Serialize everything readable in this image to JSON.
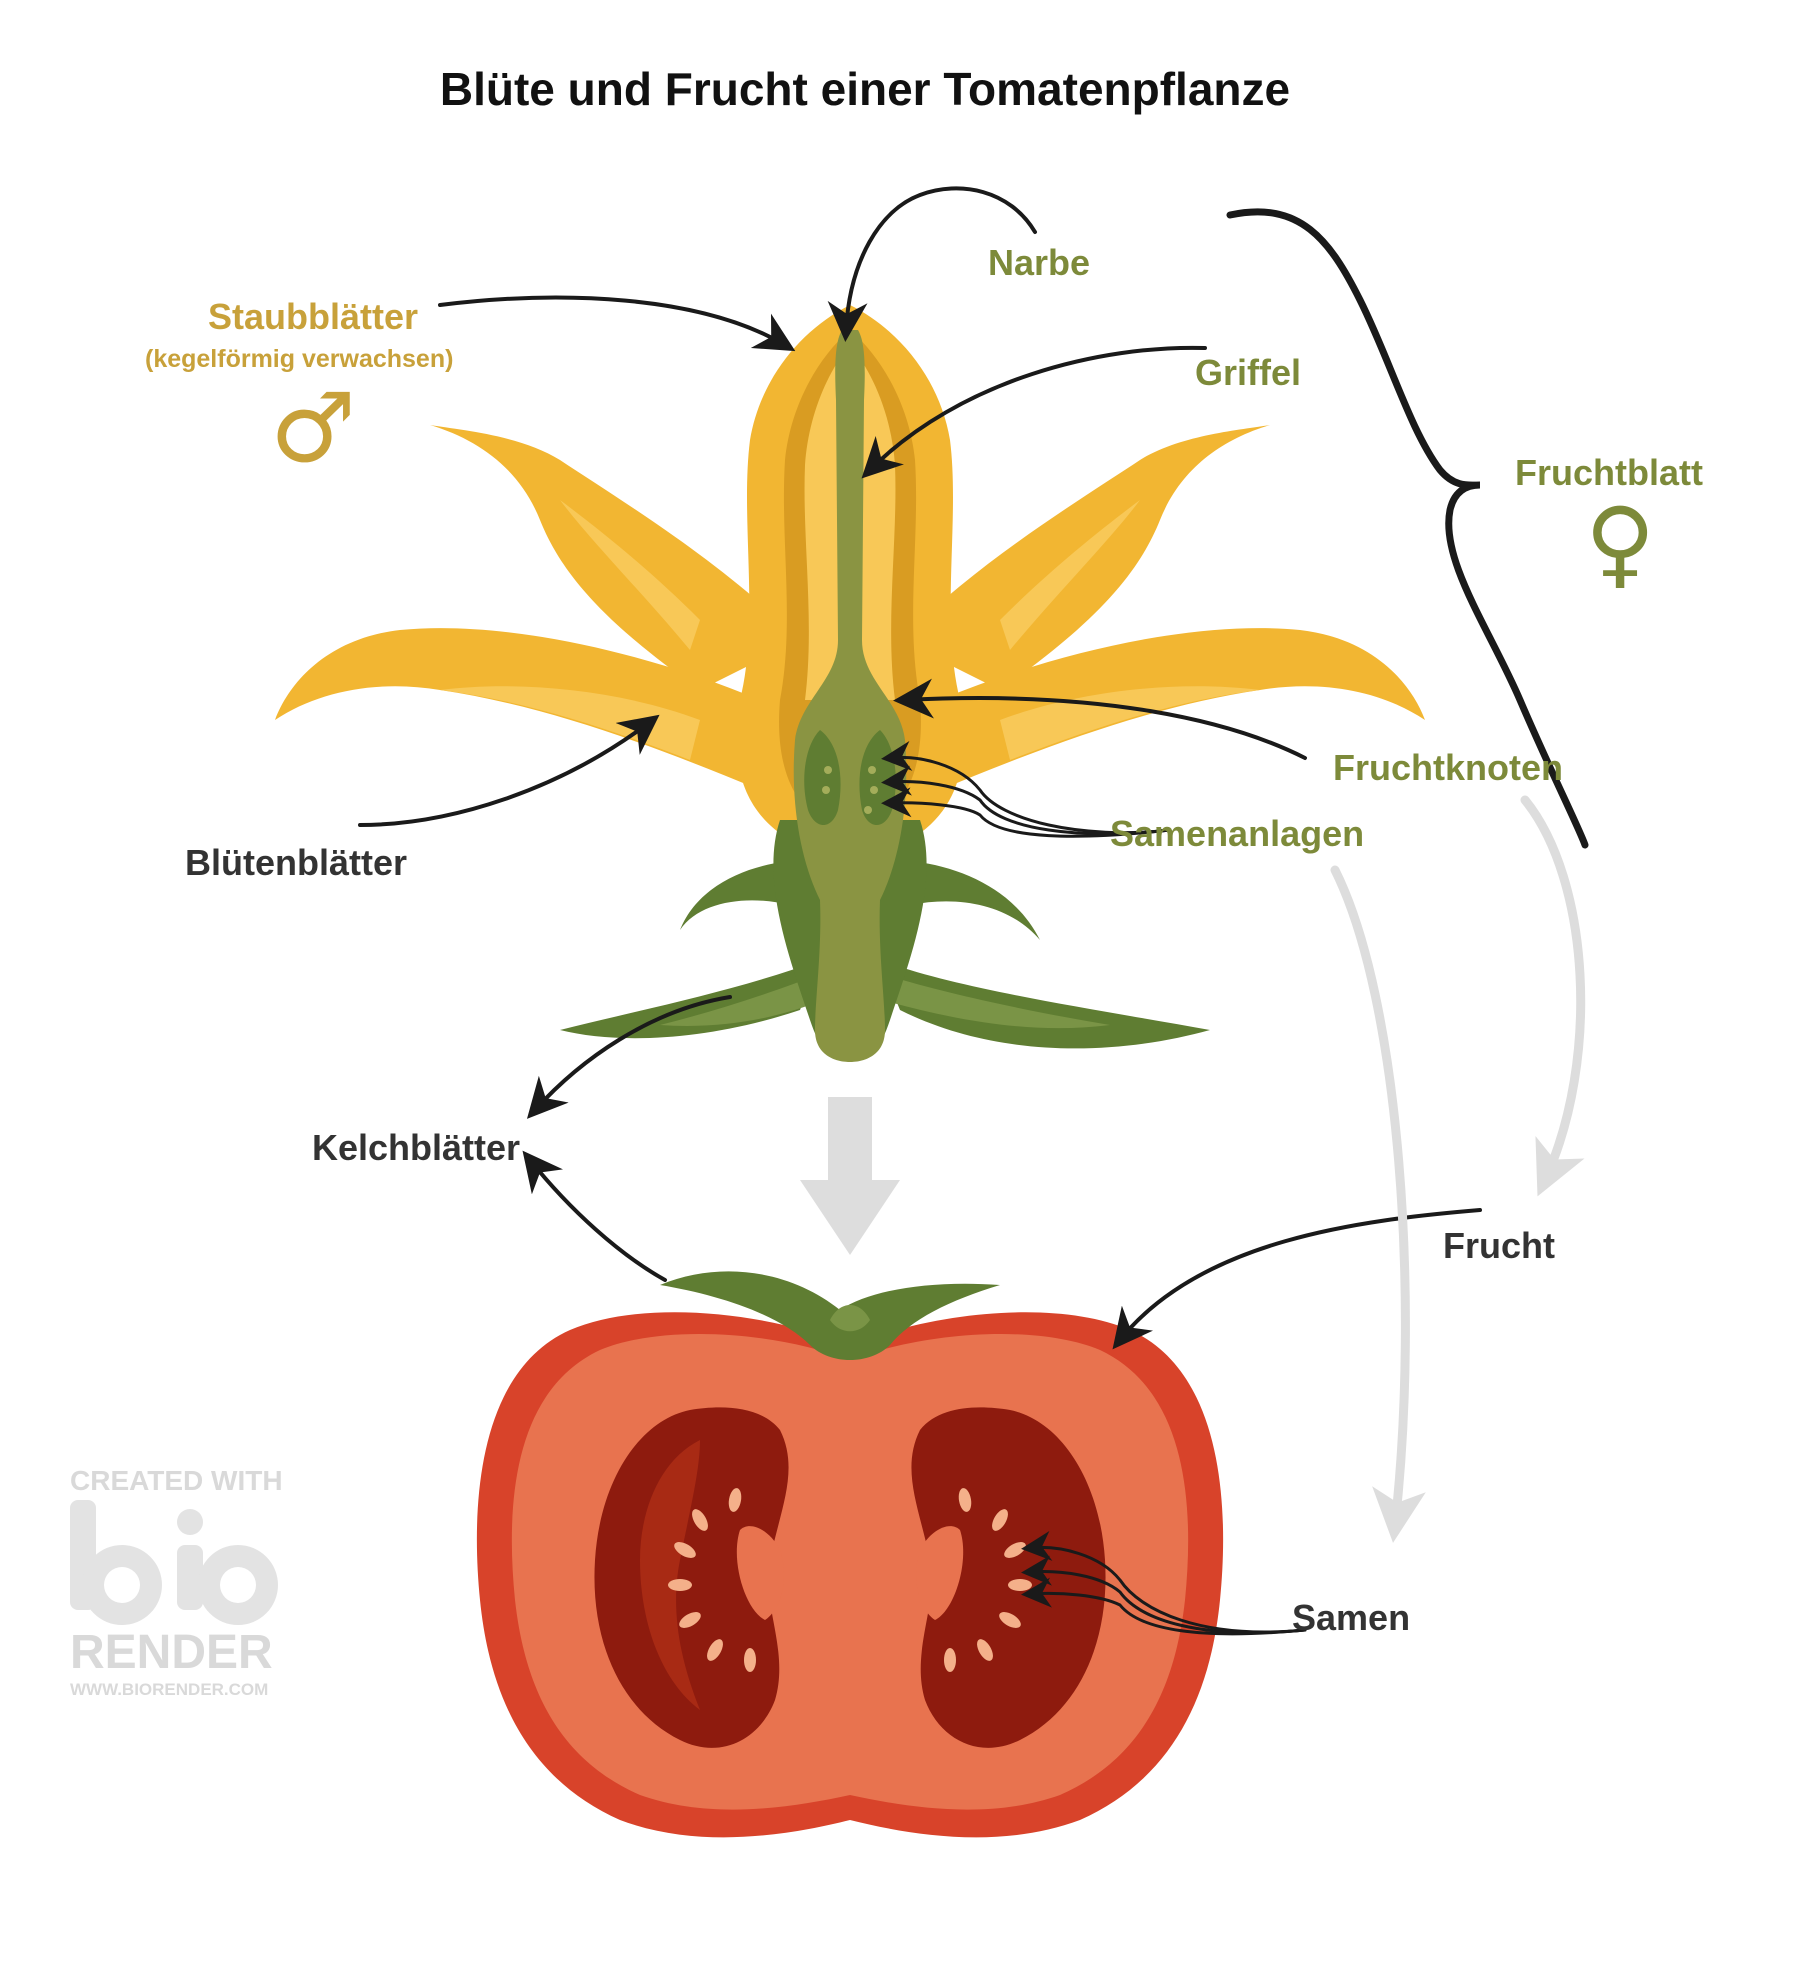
{
  "title": "Blüte und Frucht einer Tomatenpflanze",
  "labels": {
    "narbe": "Narbe",
    "staubblaetter": "Staubblätter",
    "staubblaetter_sub": "(kegelförmig verwachsen)",
    "griffel": "Griffel",
    "fruchtblatt": "Fruchtblatt",
    "fruchtknoten": "Fruchtknoten",
    "samenanlagen": "Samenanlagen",
    "bluetenblaetter": "Blütenblätter",
    "kelchblaetter": "Kelchblätter",
    "frucht": "Frucht",
    "samen": "Samen"
  },
  "symbols": {
    "male": "♂",
    "female": "♀"
  },
  "watermark": {
    "line1": "CREATED WITH",
    "line2": "bio",
    "line3": "RENDER",
    "line4": "WWW.BIORENDER.COM"
  },
  "colors": {
    "title": "#111111",
    "label_dark": "#333333",
    "label_green": "#7d8a3a",
    "label_orange": "#c8a13a",
    "petal": "#f2b632",
    "petal_light": "#f8c857",
    "sepal": "#5f7d32",
    "pistil": "#8a9442",
    "tomato_skin": "#d8432a",
    "tomato_flesh": "#e8734f",
    "tomato_locule": "#8e1b0e",
    "gray_arrow": "#dddddd",
    "black_arrow": "#1a1a1a"
  }
}
